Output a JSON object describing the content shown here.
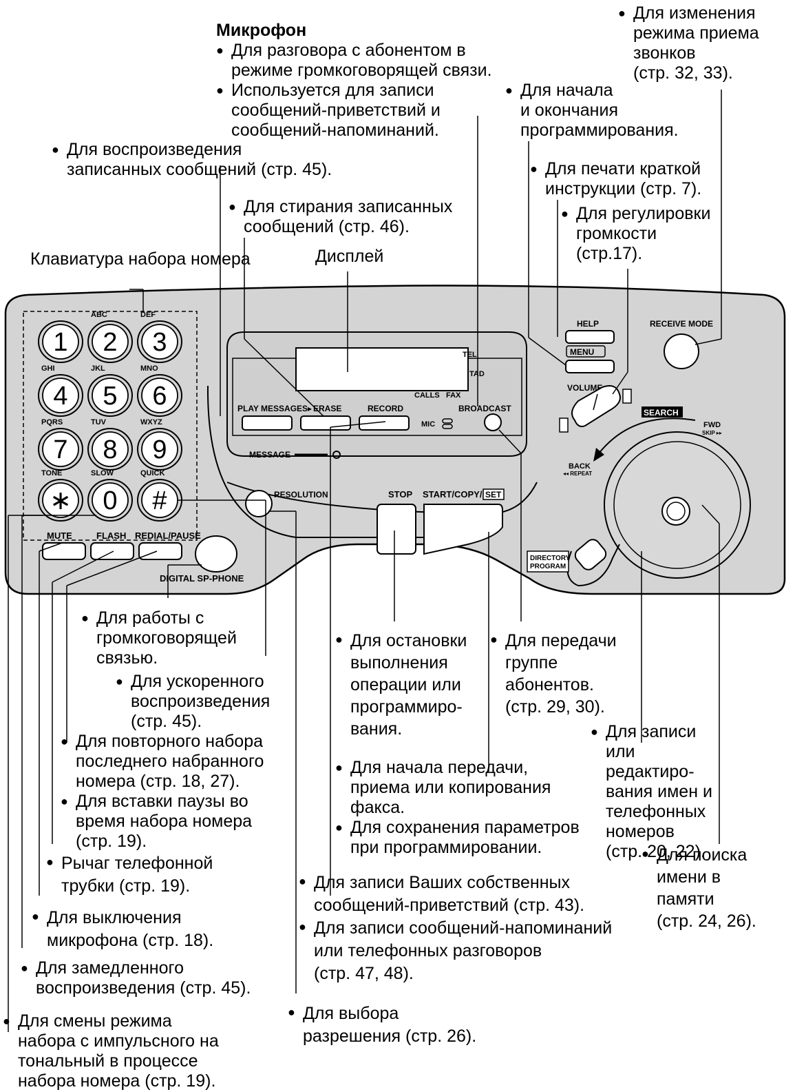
{
  "callouts": {
    "mic_title": "Микрофон",
    "mic_1": "Для разговора с абонентом в\nрежиме громкоговорящей связи.",
    "mic_2": "Используется для записи\nсообщений-приветствий и\nсообщений-напоминаний.",
    "receive_mode": "Для изменения\nрежима приема\nзвонков\n(стр. 32, 33).",
    "menu": "Для начала\nи окончания\nпрограммирования.",
    "play": "Для воспроизведения\nзаписанных сообщений (стр. 45).",
    "help": "Для печати краткой\nинструкции (стр. 7).",
    "erase": "Для стирания записанных\nсообщений (стр. 46).",
    "volume": "Для регулировки\nгромкости\n(стр.17).",
    "keypad": "Клавиатура набора\nномера",
    "display": "Дисплей",
    "sp_phone": "Для работы с\nгромкоговорящей\nсвязью.",
    "stop": "Для остановки\nвыполнения\nоперации или\nпрограммиро-\nвания.",
    "broadcast": "Для передачи\nгруппе\nабонентов.\n(стр. 29, 30).",
    "quick": "Для ускоренного\nвоспроизведения\n(стр. 45).",
    "directory": "Для записи\nили\nредактиро-\nвания имен и\nтелефонных\nномеров\n(стр. 20, 22).",
    "redial_1": "Для повторного набора\nпоследнего набранного\nномера (стр. 18, 27).",
    "redial_2": "Для вставки паузы во\nвремя набора номера\n(стр. 19).",
    "start_1": "Для начала передачи,\nприема или копирования\nфакса.",
    "start_2": "Для сохранения параметров\nпри программировании.",
    "flash": "Рычаг телефонной\nтрубки (стр. 19).",
    "search": "Для поиска\nимени в\nпамяти\n(стр. 24, 26).",
    "record_1": "Для записи Ваших собственных\nсообщений-приветствий (стр. 43).",
    "record_2": "Для записи сообщений-напоминаний\nили телефонных разговоров\n(стр. 47, 48).",
    "mute": "Для выключения\nмикрофона (стр. 18).",
    "slow": "Для замедленного\nвоспроизведения (стр. 45).",
    "resolution": "Для выбора\nразрешения (стр. 26).",
    "tone": "Для смены режима\nнабора с импульсного на\nтональный в процессе\nнабора номера (стр. 19)."
  },
  "device": {
    "keys": [
      "1",
      "2",
      "3",
      "4",
      "5",
      "6",
      "7",
      "8",
      "9",
      "∗",
      "0",
      "#"
    ],
    "key_letters": [
      "",
      "ABC",
      "DEF",
      "GHI",
      "JKL",
      "MNO",
      "PQRS",
      "TUV",
      "WXYZ",
      "TONE",
      "SLOW",
      "QUICK"
    ],
    "buttons": {
      "mute": "MUTE",
      "flash": "FLASH",
      "redial": "REDIAL/PAUSE",
      "sp_phone": "DIGITAL SP-PHONE",
      "play": "PLAY MESSAGES▸",
      "erase": "ERASE",
      "record": "RECORD",
      "mic": "MIC",
      "broadcast": "BROADCAST",
      "message": "MESSAGE",
      "resolution": "RESOLUTION",
      "stop": "STOP",
      "start": "START/COPY/",
      "set": "SET",
      "help": "HELP",
      "menu": "MENU",
      "receive_mode": "RECEIVE MODE",
      "volume": "VOLUME",
      "search": "SEARCH",
      "fwd": "FWD",
      "skip": "SKIP ▸▸",
      "back": "BACK",
      "repeat": "◂◂ REPEAT",
      "directory": "DIRECTORY",
      "program": "PROGRAM"
    },
    "display_indicators": {
      "tel": "TEL",
      "tad": "TAD",
      "calls": "CALLS",
      "fax": "FAX"
    }
  }
}
